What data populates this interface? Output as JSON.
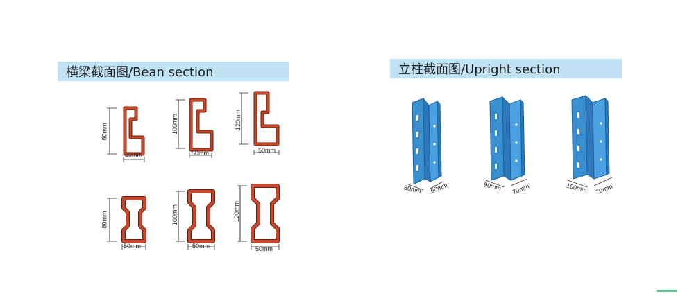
{
  "bean_section": {
    "title": "横梁截面图/Bean section",
    "items": [
      {
        "height_label": "80mm",
        "width_label": "50mm"
      },
      {
        "height_label": "100mm",
        "width_label": "50mm"
      },
      {
        "height_label": "120mm",
        "width_label": "50mm"
      },
      {
        "height_label": "80mm",
        "width_label": "50mm"
      },
      {
        "height_label": "100mm",
        "width_label": "50mm"
      },
      {
        "height_label": "120mm",
        "width_label": "50mm"
      }
    ]
  },
  "upright_section": {
    "title": "立柱截面图/Upright section",
    "items": [
      {
        "front_label": "80mm",
        "side_label": "60mm"
      },
      {
        "front_label": "90mm",
        "side_label": "70mm"
      },
      {
        "front_label": "100mm",
        "side_label": "70mm"
      }
    ]
  },
  "colors": {
    "banner_bg": "#bfe3f4",
    "beam_red": "#b53a1e",
    "beam_dark": "#6b1e0f",
    "upright_blue": "#3a8fd1",
    "upright_dark": "#1f5f99"
  }
}
